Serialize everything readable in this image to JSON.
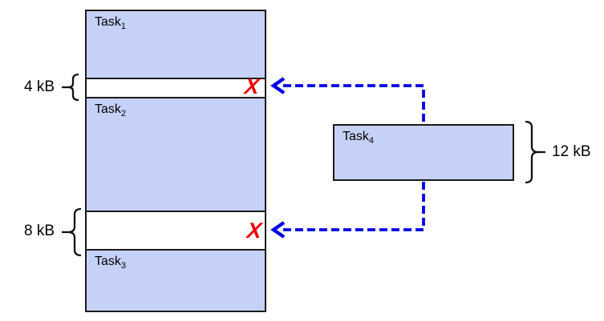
{
  "diagram": {
    "memory": {
      "task1": {
        "name": "Task",
        "sub": "1"
      },
      "gap1": {
        "size_label": "4 kB",
        "reject_mark": "X"
      },
      "task2": {
        "name": "Task",
        "sub": "2"
      },
      "gap2": {
        "size_label": "8 kB",
        "reject_mark": "X"
      },
      "task3": {
        "name": "Task",
        "sub": "3"
      }
    },
    "incoming": {
      "task4": {
        "name": "Task",
        "sub": "4",
        "size_label": "12 kB"
      }
    },
    "colors": {
      "task_fill": "#c6d1f8",
      "outline": "#1a1a1a",
      "arrow_blue": "#0000e6",
      "reject_red": "#ee0000"
    }
  }
}
